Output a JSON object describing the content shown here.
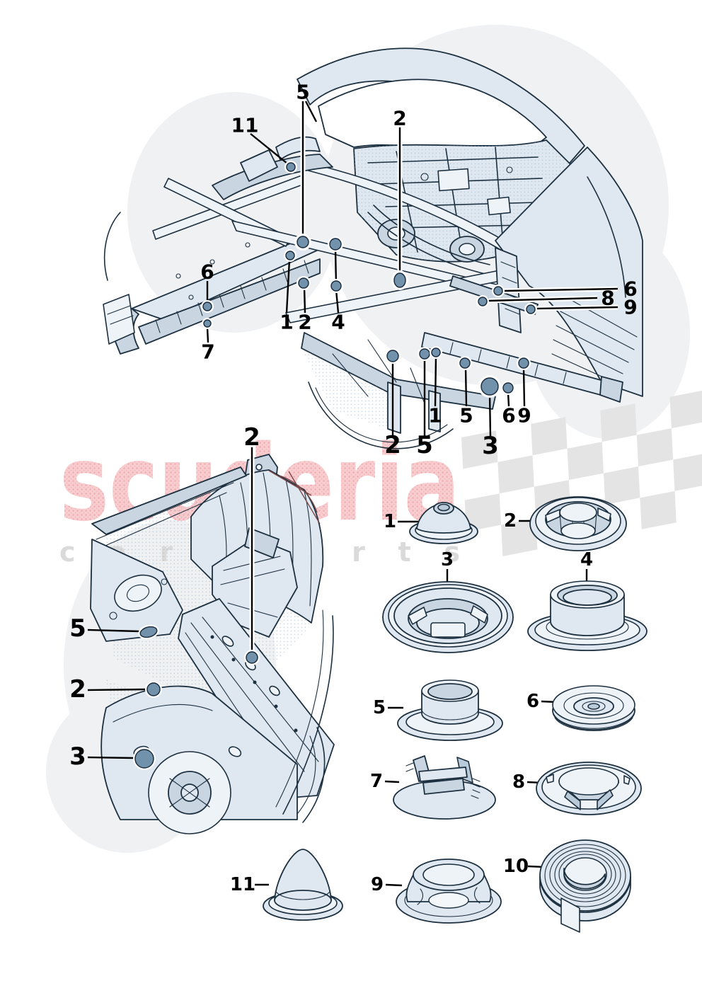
{
  "watermark": {
    "brand": "scuderia",
    "subtitle": "car parts"
  },
  "colors": {
    "artwork_line": "#1d3040",
    "artwork_fill_light": "#dfe8f0",
    "artwork_fill_mid": "#c9d6e2",
    "plug_marker": "#7292ab",
    "watermark_pink": "#f3bdc0",
    "watermark_gray": "#dadada",
    "flag_gray": "#e4e4e4",
    "callout_text": "#000000"
  },
  "top_illustration": {
    "description": "front body structure with plug locations",
    "callouts": [
      {
        "label": "5"
      },
      {
        "label": "11"
      },
      {
        "label": "2"
      },
      {
        "label": "6"
      },
      {
        "label": "7"
      },
      {
        "label": "1"
      },
      {
        "label": "2"
      },
      {
        "label": "4"
      },
      {
        "label": "6"
      },
      {
        "label": "8"
      },
      {
        "label": "9"
      },
      {
        "label": "2"
      },
      {
        "label": "5"
      },
      {
        "label": "1"
      },
      {
        "label": "5"
      },
      {
        "label": "3"
      },
      {
        "label": "6"
      },
      {
        "label": "9"
      }
    ]
  },
  "bottom_illustration": {
    "description": "a-pillar and sill section with plug locations",
    "callouts": [
      {
        "label": "2"
      },
      {
        "label": "5"
      },
      {
        "label": "2"
      },
      {
        "label": "3"
      }
    ]
  },
  "parts_grid": {
    "items": [
      {
        "number": "1",
        "shape": "dome-plug"
      },
      {
        "number": "2",
        "shape": "claw-ring-plug"
      },
      {
        "number": "3",
        "shape": "large-dish-plug"
      },
      {
        "number": "4",
        "shape": "tall-cup-plug"
      },
      {
        "number": "5",
        "shape": "flanged-cup-plug"
      },
      {
        "number": "6",
        "shape": "flat-disc-plug"
      },
      {
        "number": "7",
        "shape": "bracket-plug"
      },
      {
        "number": "8",
        "shape": "winged-dish-plug"
      },
      {
        "number": "11",
        "shape": "tall-cone-plug"
      },
      {
        "number": "9",
        "shape": "ring-grommet"
      },
      {
        "number": "10",
        "shape": "adhesive-tape-roll"
      }
    ]
  }
}
